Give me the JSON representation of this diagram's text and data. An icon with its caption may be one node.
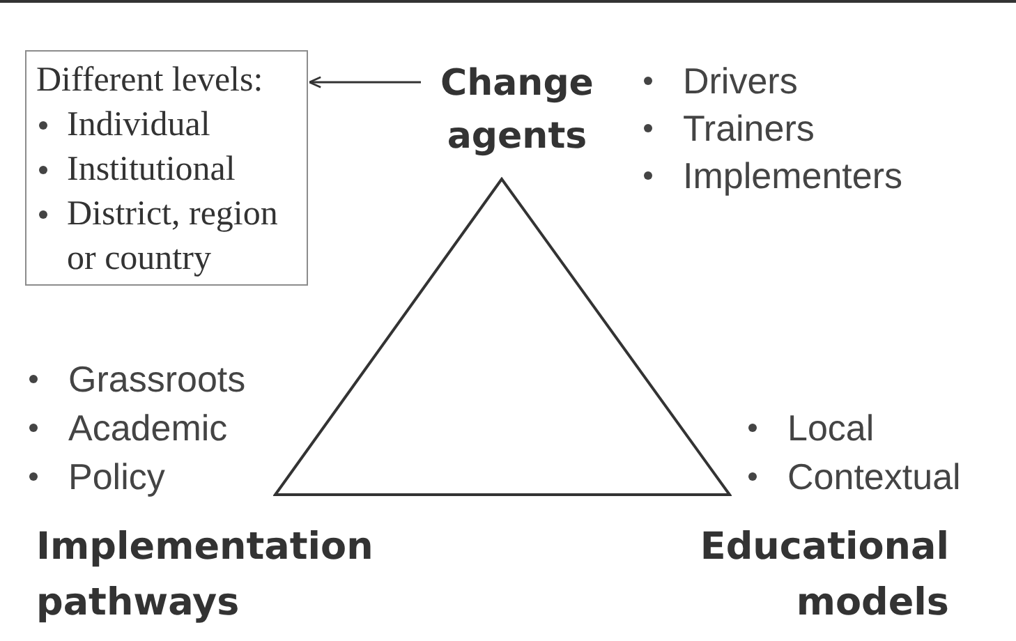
{
  "diagram": {
    "nodes": [
      {
        "text": [
          "Different levels:",
          "Individual",
          "Institutional",
          "District, region or country"
        ]
      },
      {
        "text": [
          "Change agents"
        ]
      },
      {
        "text": [],
        "shape": "triangle"
      }
    ],
    "edges": [
      {
        "from": 1,
        "to": 0,
        "arrow": "to"
      }
    ],
    "labels": [
      "Drivers",
      "Trainers",
      "Implementers",
      "Grassroots",
      "Academic",
      "Policy",
      "Local",
      "Contextual",
      "Implementation pathways",
      "Educational models"
    ]
  }
}
